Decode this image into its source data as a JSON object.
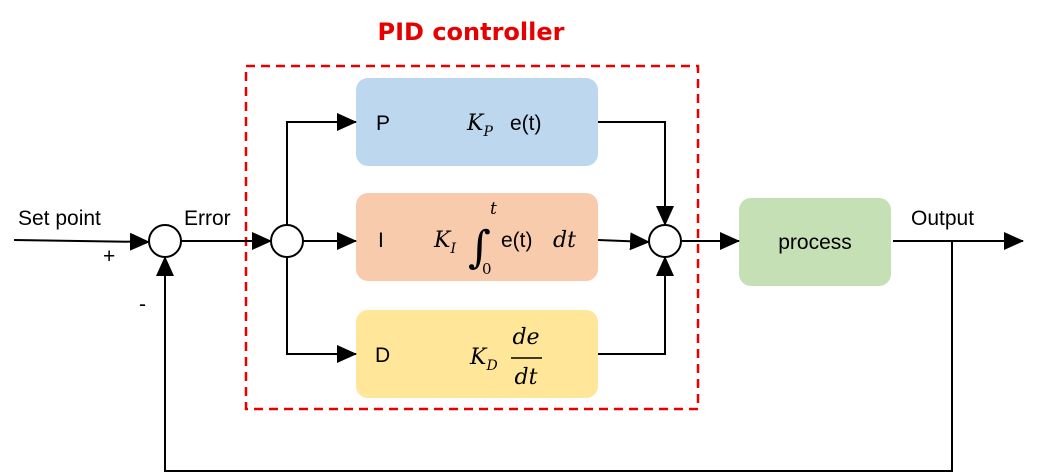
{
  "title": "PID controller",
  "colors": {
    "title": "#e60000",
    "border": "#e60000",
    "p_block": "#bdd7ee",
    "i_block": "#f8cbad",
    "d_block": "#ffe699",
    "process_block": "#c5e0b4",
    "line": "#000000"
  },
  "labels": {
    "set_point": "Set point",
    "plus": "+",
    "minus": "-",
    "error": "Error",
    "output": "Output",
    "process": "process"
  },
  "blocks": {
    "p": {
      "letter": "P",
      "gain": "K",
      "gain_sub": "P",
      "term": "e(t)"
    },
    "i": {
      "letter": "I",
      "gain": "K",
      "gain_sub": "I",
      "integral_symbol": "∫",
      "upper_limit": "t",
      "lower_limit": "0",
      "term": "e(t)",
      "differential": "dt"
    },
    "d": {
      "letter": "D",
      "gain": "K",
      "gain_sub": "D",
      "numerator": "de",
      "denominator": "dt"
    }
  }
}
